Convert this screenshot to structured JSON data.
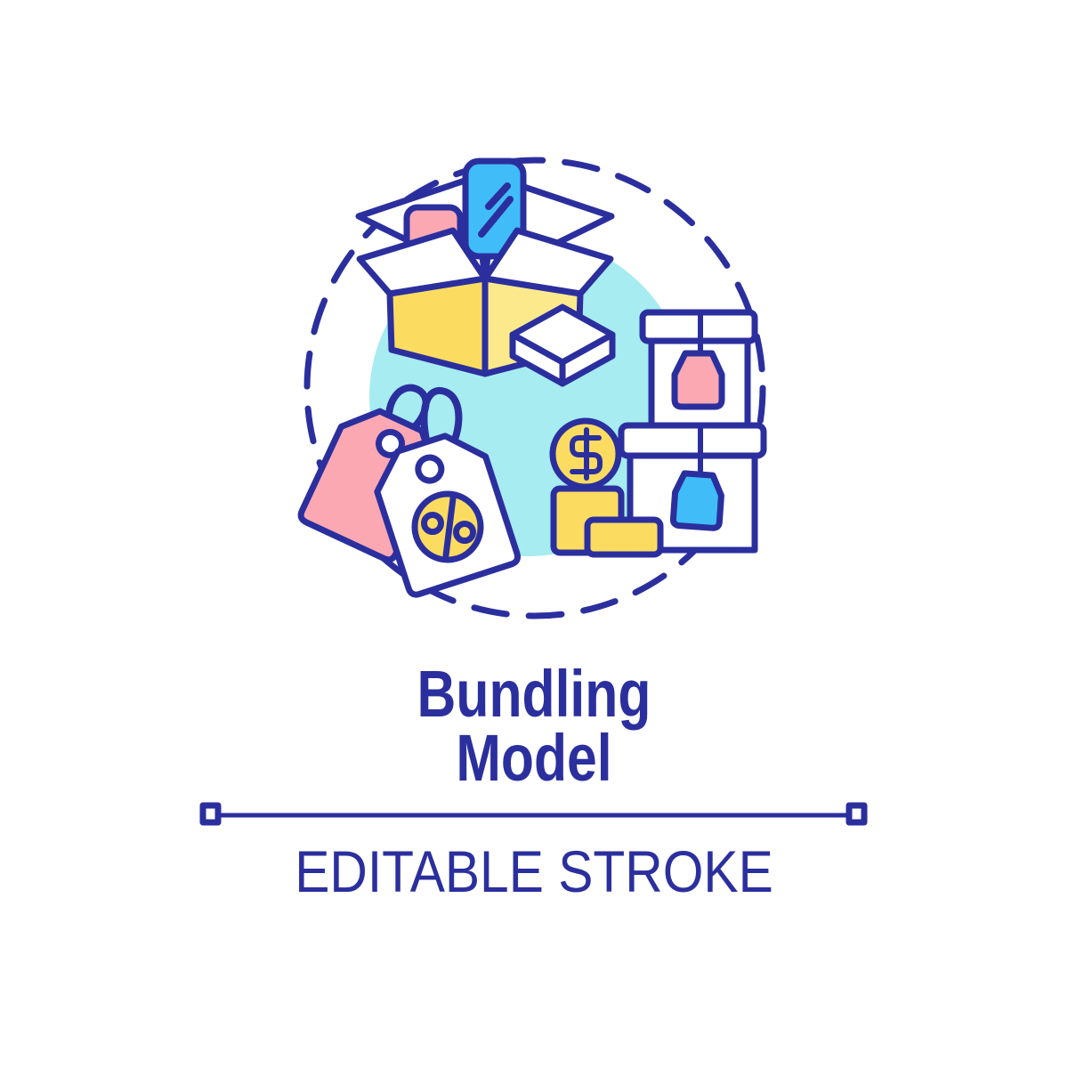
{
  "title": {
    "line1": "Bundling",
    "line2": "Model"
  },
  "subtitle": "EDITABLE STROKE",
  "symbols": {
    "dollar": "$",
    "percent": "%"
  },
  "colors": {
    "navy": "#2b2f9e",
    "yellow": "#fbdc60",
    "yellow_light": "#fce98c",
    "pink": "#fba8b3",
    "blue": "#40bdf8",
    "teal": "#a6ecf0",
    "white": "#ffffff"
  },
  "illustration": {
    "name": "bundling-model-concept-icon",
    "parts": [
      "open cardboard box with products",
      "smartphone",
      "shipping cube",
      "stacked gift boxes with hanging price tags",
      "dollar coin",
      "money stacks",
      "discount price tags with percent sign"
    ]
  }
}
